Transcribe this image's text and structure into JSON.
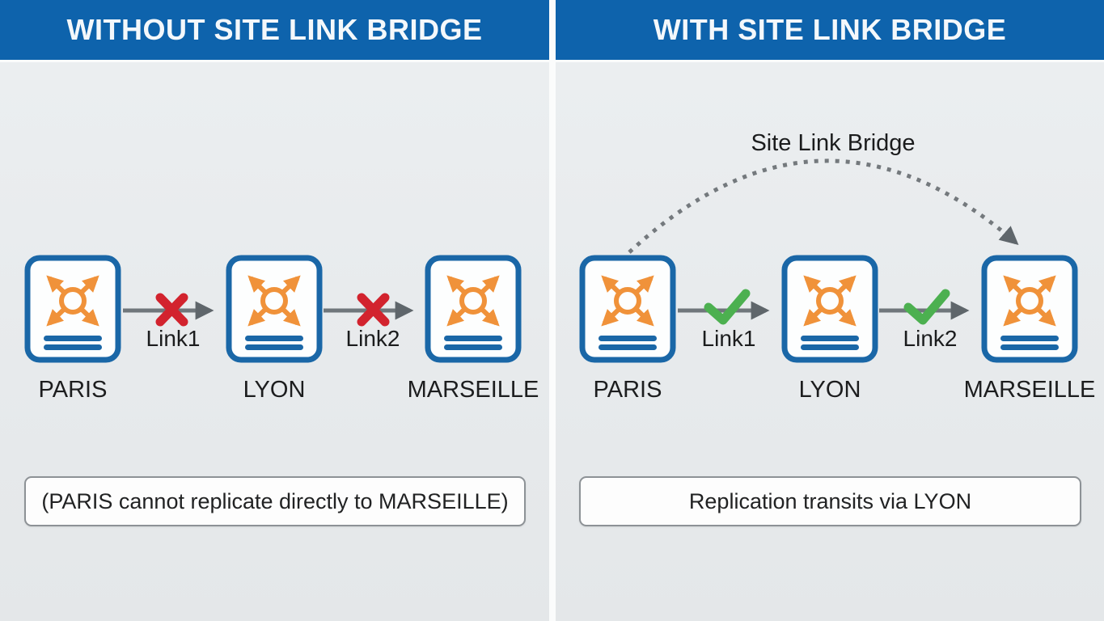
{
  "panels": [
    {
      "title": "WITHOUT SITE LINK BRIDGE",
      "sites": [
        "PARIS",
        "LYON",
        "MARSEILLE"
      ],
      "links": [
        {
          "label": "Link1",
          "status": "blocked"
        },
        {
          "label": "Link2",
          "status": "blocked"
        }
      ],
      "caption": "(PARIS cannot replicate directly to MARSEILLE)"
    },
    {
      "title": "WITH SITE LINK BRIDGE",
      "sites": [
        "PARIS",
        "LYON",
        "MARSEILLE"
      ],
      "links": [
        {
          "label": "Link1",
          "status": "allowed"
        },
        {
          "label": "Link2",
          "status": "allowed"
        }
      ],
      "bridge_label": "Site Link Bridge",
      "caption": "Replication transits via LYON"
    }
  ],
  "icons": {
    "site_node": "site-replication-icon",
    "blocked": "red-x-icon",
    "allowed": "green-check-icon",
    "bridge": "dotted-arc-arrow"
  },
  "colors": {
    "header_blue": "#0e63ac",
    "node_border_blue": "#1a67a7",
    "icon_orange": "#f0923a",
    "blocked_red": "#d2232e",
    "allowed_green": "#4cb050",
    "arrow_gray": "#70777c",
    "background": "#e9ecee",
    "header_text": "#f4f8fb"
  }
}
